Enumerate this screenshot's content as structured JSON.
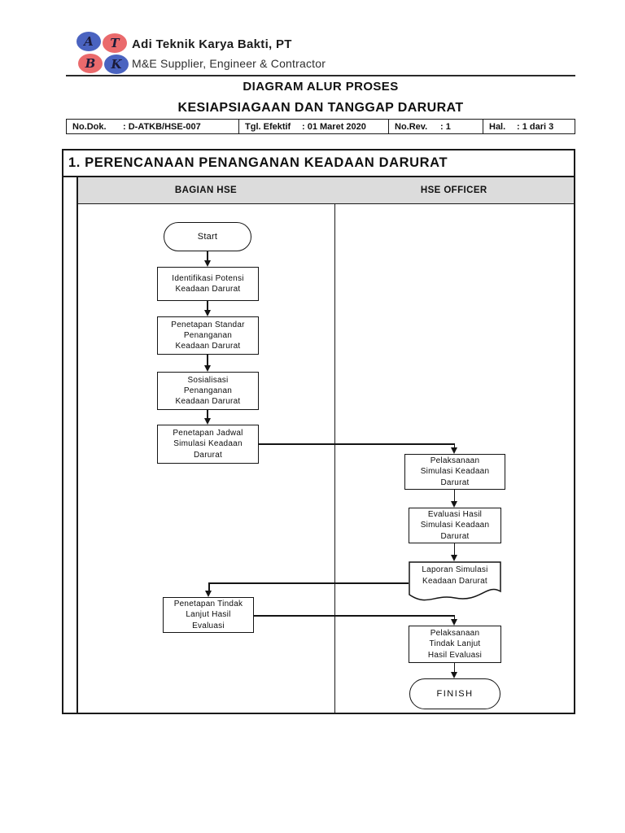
{
  "header": {
    "company_name": "Adi Teknik Karya Bakti, PT",
    "company_subtitle": "M&E Supplier, Engineer & Contractor",
    "logo": {
      "letter_a": "A",
      "letter_t": "T",
      "letter_b": "B",
      "letter_k": "K",
      "blue": "#4a63c0",
      "red": "#ea6a6c"
    }
  },
  "title": {
    "line1": "DIAGRAM ALUR PROSES",
    "line2": "KESIAPSIAGAAN DAN TANGGAP DARURAT"
  },
  "doc_info": {
    "no_dok_label": "No.Dok.",
    "no_dok_value": ": D-ATKB/HSE-007",
    "tgl_label": "Tgl. Efektif",
    "tgl_value": ": 01 Maret 2020",
    "rev_label": "No.Rev.",
    "rev_value": ": 1",
    "hal_label": "Hal.",
    "hal_value": ": 1 dari 3"
  },
  "section": {
    "title": "1. PERENCANAAN PENANGANAN KEADAAN DARURAT"
  },
  "lanes": {
    "left": "BAGIAN HSE",
    "right": "HSE OFFICER"
  },
  "flowchart": {
    "start": "Start",
    "identifikasi_potensi": "Identifikasi Potensi\nKeadaan Darurat",
    "penetapan_standar": "Penetapan Standar\nPenanganan\nKeadaan Darurat",
    "sosialisasi": "Sosialisasi\nPenanganan\nKeadaan Darurat",
    "penetapan_jadwal": "Penetapan Jadwal\nSimulasi Keadaan\nDarurat",
    "pelaksanaan_simulasi": "Pelaksanaan\nSimulasi Keadaan\nDarurat",
    "evaluasi_hasil": "Evaluasi Hasil\nSimulasi Keadaan\nDarurat",
    "laporan_simulasi": "Laporan Simulasi\nKeadaan Darurat",
    "penetapan_tindak_lanjut": "Penetapan Tindak\nLanjut Hasil\nEvaluasi",
    "pelaksanaan_tindak_lanjut": "Pelaksanaan\nTindak Lanjut\nHasil Evaluasi",
    "finish": "FINISH"
  },
  "colors": {
    "lane_header_bg": "#dcdcdc",
    "line": "#141414"
  }
}
